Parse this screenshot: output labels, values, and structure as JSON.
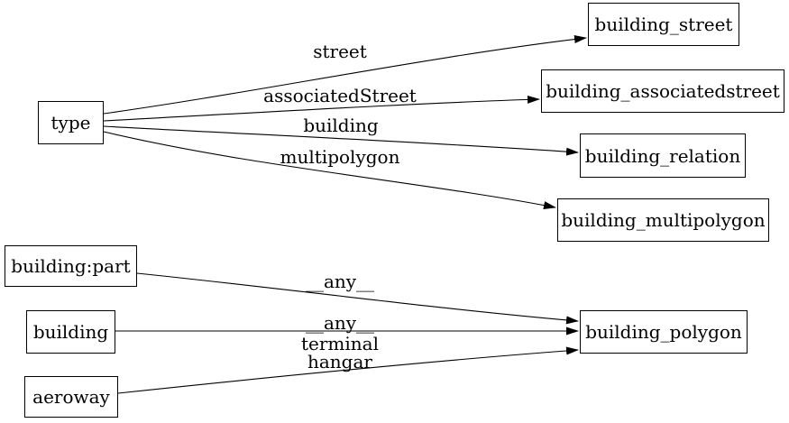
{
  "diagram": {
    "title": "osm building tag mapping graph",
    "background_color": "#ffffff",
    "stroke_color": "#000000",
    "text_color": "#000000",
    "nodes": [
      {
        "id": "type",
        "label": "type"
      },
      {
        "id": "building_street",
        "label": "building_street"
      },
      {
        "id": "building_associatedstreet",
        "label": "building_associatedstreet"
      },
      {
        "id": "building_relation",
        "label": "building_relation"
      },
      {
        "id": "building_multipolygon",
        "label": "building_multipolygon"
      },
      {
        "id": "building_part",
        "label": "building:part"
      },
      {
        "id": "building",
        "label": "building"
      },
      {
        "id": "aeroway",
        "label": "aeroway"
      },
      {
        "id": "building_polygon",
        "label": "building_polygon"
      }
    ],
    "edges": [
      {
        "from": "type",
        "to": "building_street",
        "label": "street"
      },
      {
        "from": "type",
        "to": "building_associatedstreet",
        "label": "associatedStreet"
      },
      {
        "from": "type",
        "to": "building_relation",
        "label": "building"
      },
      {
        "from": "type",
        "to": "building_multipolygon",
        "label": "multipolygon"
      },
      {
        "from": "building:part",
        "to": "building_polygon",
        "label": "__any__"
      },
      {
        "from": "building",
        "to": "building_polygon",
        "label": "__any__"
      },
      {
        "from": "aeroway",
        "to": "building_polygon",
        "label": "terminal\nhangar"
      }
    ]
  }
}
